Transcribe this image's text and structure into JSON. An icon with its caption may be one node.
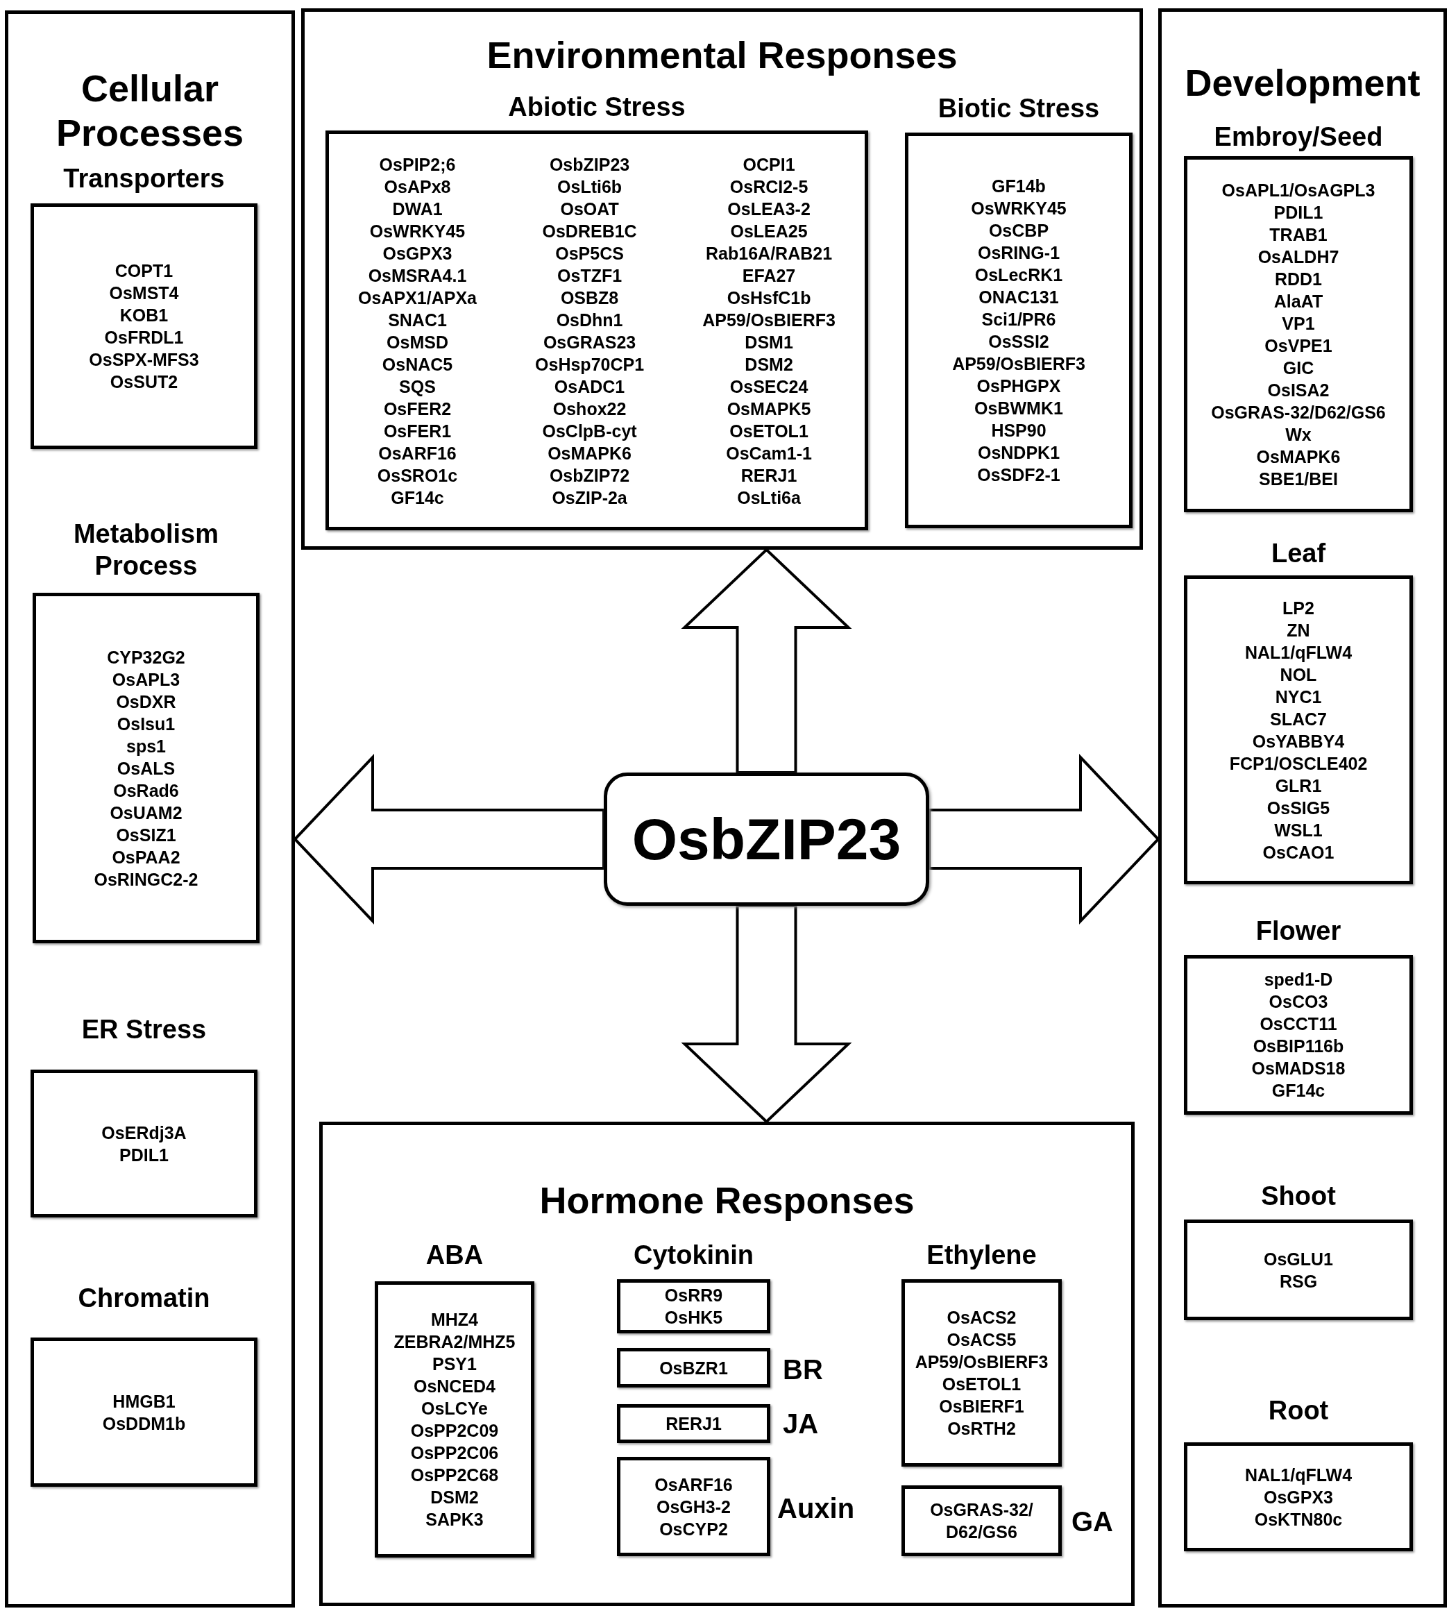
{
  "diagram": {
    "nodes": [
      {
        "text": [
          "Cellular Processes"
        ]
      },
      {
        "text": [
          "Transporters",
          "COPT1 OsMST4 KOB1 OsFRDL1 OsSPX-MFS3 OsSUT2"
        ],
        "in": 0
      },
      {
        "text": [
          "Metabolism Process",
          "CYP32G2 OsAPL3 OsDXR OsIsu1 sps1 OsALS OsRad6 OsUAM2 OsSIZ1 OsPAA2 OsRINGC2-2"
        ],
        "in": 0
      },
      {
        "text": [
          "ER Stress",
          "OsERdj3A PDIL1"
        ],
        "in": 0
      },
      {
        "text": [
          "Chromatin",
          "HMGB1 OsDDM1b"
        ],
        "in": 0
      },
      {
        "text": [
          "Environmental Responses"
        ]
      },
      {
        "text": [
          "Abiotic Stress",
          "OsPIP2;6 OsAPx8 DWA1 OsWRKY45 OsGPX3 OsMSRA4.1 OsAPX1/APXa SNAC1 OsMSD OsNAC5 SQS OsFER2 OsFER1 OsARF16 OsSRO1c GF14c",
          "OsbZIP23 OsLti6b OsOAT OsDREB1C OsP5CS OsTZF1 OSBZ8 OsDhn1 OsGRAS23 OsHsp70CP1 OsADC1 Oshox22 OsClpB-cyt OsMAPK6 OsbZIP72 OsZIP-2a",
          "OCPI1 OsRCI2-5 OsLEA3-2 OsLEA25 Rab16A/RAB21 EFA27 OsHsfC1b AP59/OsBIERF3 DSM1 DSM2 OsSEC24 OsMAPK5 OsETOL1 OsCam1-1 RERJ1 OsLti6a"
        ],
        "in": 5
      },
      {
        "text": [
          "Biotic Stress",
          "GF14b OsWRKY45 OsCBP OsRING-1 OsLecRK1 ONAC131 Sci1/PR6 OsSSI2 AP59/OsBIERF3 OsPHGPX OsBWMK1 HSP90 OsNDPK1 OsSDF2-1"
        ],
        "in": 5
      },
      {
        "text": [
          "Development"
        ]
      },
      {
        "text": [
          "Embroy/Seed",
          "OsAPL1/OsAGPL3 PDIL1 TRAB1 OsALDH7 RDD1 AlaAT VP1 OsVPE1 GIC OsISA2 OsGRAS-32/D62/GS6 Wx OsMAPK6 SBE1/BEI"
        ],
        "in": 8
      },
      {
        "text": [
          "Leaf",
          "LP2 ZN NAL1/qFLW4 NOL NYC1 SLAC7 OsYABBY4 FCP1/OSCLE402 GLR1 OsSIG5 WSL1 OsCAO1"
        ],
        "in": 8
      },
      {
        "text": [
          "Flower",
          "sped1-D OsCO3 OsCCT11 OsBIP116b OsMADS18 GF14c"
        ],
        "in": 8
      },
      {
        "text": [
          "Shoot",
          "OsGLU1 RSG"
        ],
        "in": 8
      },
      {
        "text": [
          "Root",
          "NAL1/qFLW4 OsGPX3 OsKTN80c"
        ],
        "in": 8
      },
      {
        "text": [
          "OsbZIP23"
        ]
      },
      {
        "text": [
          "Hormone Responses"
        ]
      },
      {
        "text": [
          "ABA",
          "MHZ4 ZEBRA2/MHZ5 PSY1 OsNCED4 OsLCYe OsPP2C09 OsPP2C06 OsPP2C68 DSM2 SAPK3"
        ],
        "in": 15
      },
      {
        "text": [
          "Cytokinin",
          "OsRR9 OsHK5"
        ],
        "in": 15
      },
      {
        "text": [
          "OsBZR1"
        ],
        "beside": [
          "BR"
        ],
        "in": 15
      },
      {
        "text": [
          "RERJ1"
        ],
        "beside": [
          "JA"
        ],
        "in": 15
      },
      {
        "text": [
          "OsARF16 OsGH3-2 OsCYP2"
        ],
        "beside": [
          "Auxin"
        ],
        "in": 15
      },
      {
        "text": [
          "Ethylene",
          "OsACS2 OsACS5 AP59/OsBIERF3 OsETOL1 OsBIERF1 OsRTH2"
        ],
        "in": 15
      },
      {
        "text": [
          "OsGRAS-32/ D62/GS6"
        ],
        "beside": [
          "GA"
        ],
        "in": 15
      }
    ],
    "edges": [
      {
        "from": 14,
        "to": 5,
        "arrow": "to"
      },
      {
        "from": 14,
        "to": 0,
        "arrow": "to"
      },
      {
        "from": 14,
        "to": 8,
        "arrow": "to"
      },
      {
        "from": 14,
        "to": 15,
        "arrow": "to"
      }
    ]
  }
}
